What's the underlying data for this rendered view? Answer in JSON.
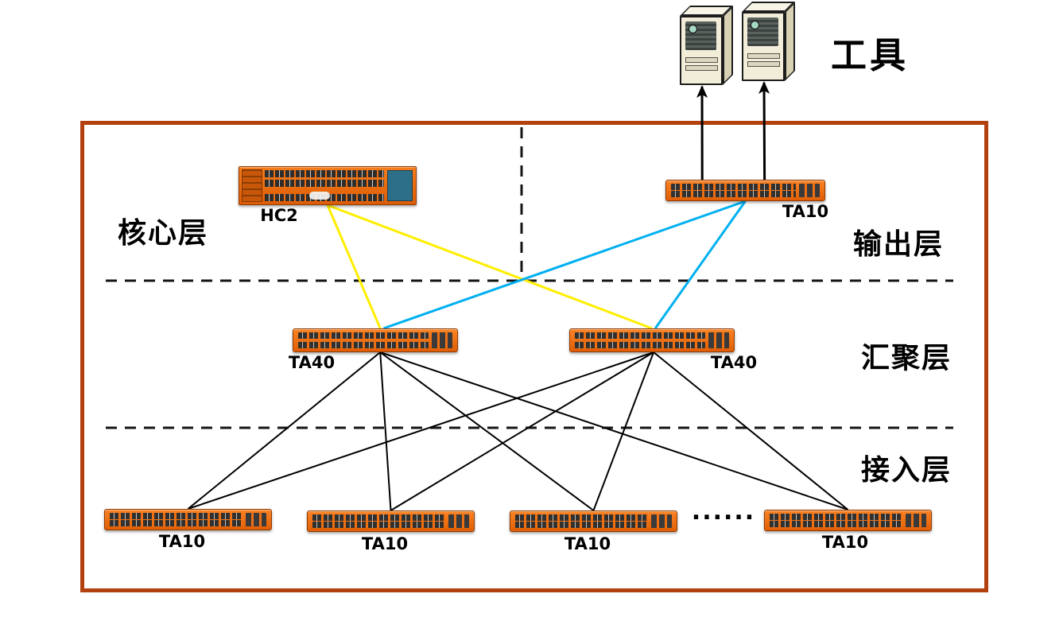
{
  "diagram": {
    "tools_label": "工具",
    "ellipsis": "......",
    "layers": {
      "core": "核心层",
      "output": "输出层",
      "aggregation": "汇聚层",
      "access": "接入层"
    },
    "devices": {
      "hc2": "HC2",
      "ta10_output": "TA10",
      "ta40_left": "TA40",
      "ta40_right": "TA40",
      "ta10_access_1": "TA10",
      "ta10_access_2": "TA10",
      "ta10_access_3": "TA10",
      "ta10_access_4": "TA10"
    },
    "colors": {
      "frame_border": "#b2410f",
      "core_link": "#ffee00",
      "output_link": "#00b0f0",
      "access_link": "#000000",
      "device_orange": "#ee6f12"
    }
  },
  "edges": [
    {
      "name": "link-hc2-ta40-left",
      "from": "device-hc2",
      "to": "device-ta40-left",
      "color": "#ffee00",
      "width": 3,
      "fromSide": "bottom",
      "fromT": 0.5,
      "toSide": "top",
      "toT": 0.53
    },
    {
      "name": "link-hc2-ta40-right",
      "from": "device-hc2",
      "to": "device-ta40-right",
      "color": "#ffee00",
      "width": 3,
      "fromSide": "bottom",
      "fromT": 0.5,
      "toSide": "top",
      "toT": 0.5
    },
    {
      "name": "link-ta10output-ta40-left",
      "from": "device-ta10-output",
      "to": "device-ta40-left",
      "color": "#00b0f0",
      "width": 3,
      "fromSide": "bottom",
      "fromT": 0.5,
      "toSide": "top",
      "toT": 0.55
    },
    {
      "name": "link-ta10output-ta40-right",
      "from": "device-ta10-output",
      "to": "device-ta40-right",
      "color": "#00b0f0",
      "width": 3,
      "fromSide": "bottom",
      "fromT": 0.5,
      "toSide": "top",
      "toT": 0.52
    },
    {
      "name": "link-ta40left-access1",
      "from": "device-ta40-left",
      "to": "device-ta10-access-1",
      "color": "#000000",
      "width": 2,
      "fromSide": "bottom",
      "fromT": 0.53,
      "toSide": "top",
      "toT": 0.5
    },
    {
      "name": "link-ta40left-access2",
      "from": "device-ta40-left",
      "to": "device-ta10-access-2",
      "color": "#000000",
      "width": 2,
      "fromSide": "bottom",
      "fromT": 0.53,
      "toSide": "top",
      "toT": 0.5
    },
    {
      "name": "link-ta40left-access3",
      "from": "device-ta40-left",
      "to": "device-ta10-access-3",
      "color": "#000000",
      "width": 2,
      "fromSide": "bottom",
      "fromT": 0.53,
      "toSide": "top",
      "toT": 0.5
    },
    {
      "name": "link-ta40left-access4",
      "from": "device-ta40-left",
      "to": "device-ta10-access-4",
      "color": "#000000",
      "width": 2,
      "fromSide": "bottom",
      "fromT": 0.53,
      "toSide": "top",
      "toT": 0.5
    },
    {
      "name": "link-ta40right-access1",
      "from": "device-ta40-right",
      "to": "device-ta10-access-1",
      "color": "#000000",
      "width": 2,
      "fromSide": "bottom",
      "fromT": 0.51,
      "toSide": "top",
      "toT": 0.5
    },
    {
      "name": "link-ta40right-access2",
      "from": "device-ta40-right",
      "to": "device-ta10-access-2",
      "color": "#000000",
      "width": 2,
      "fromSide": "bottom",
      "fromT": 0.51,
      "toSide": "top",
      "toT": 0.5
    },
    {
      "name": "link-ta40right-access3",
      "from": "device-ta40-right",
      "to": "device-ta10-access-3",
      "color": "#000000",
      "width": 2,
      "fromSide": "bottom",
      "fromT": 0.51,
      "toSide": "top",
      "toT": 0.5
    },
    {
      "name": "link-ta40right-access4",
      "from": "device-ta40-right",
      "to": "device-ta10-access-4",
      "color": "#000000",
      "width": 2,
      "fromSide": "bottom",
      "fromT": 0.51,
      "toSide": "top",
      "toT": 0.5
    },
    {
      "name": "uplink-tools-left",
      "from": "device-ta10-output",
      "to": "server-left-icon",
      "color": "#000000",
      "width": 3,
      "fromSide": "top",
      "fromT": 0.23,
      "toSide": "bottom",
      "toT": 0.4,
      "arrow": true
    },
    {
      "name": "uplink-tools-right",
      "from": "device-ta10-output",
      "to": "server-right-icon",
      "color": "#000000",
      "width": 3,
      "fromSide": "top",
      "fromT": 0.62,
      "toSide": "bottom",
      "toT": 0.4,
      "arrow": true
    }
  ]
}
